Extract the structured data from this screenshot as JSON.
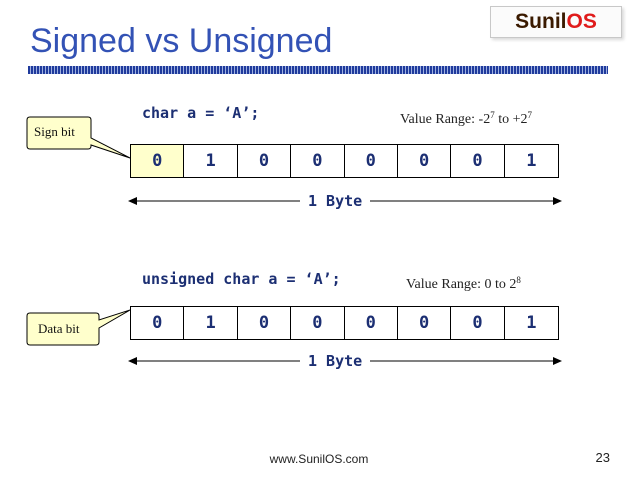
{
  "logo": {
    "part1": "Sunil",
    "part2": "OS",
    "color_dark": "#3a1a00",
    "color_accent": "#e01b1b"
  },
  "title": "Signed vs Unsigned",
  "signed": {
    "code": "char a = ‘A’;",
    "range_prefix": "Value Range: -2",
    "range_exp1": "7",
    "range_mid": " to +2",
    "range_exp2": "7",
    "callout": "Sign bit",
    "bits": [
      "0",
      "1",
      "0",
      "0",
      "0",
      "0",
      "0",
      "1"
    ],
    "byte_label": "1 Byte"
  },
  "unsigned": {
    "code": "unsigned char a = ‘A’;",
    "range_prefix": "Value Range: 0  to 2",
    "range_exp": "8",
    "callout": "Data bit",
    "bits": [
      "0",
      "1",
      "0",
      "0",
      "0",
      "0",
      "0",
      "1"
    ],
    "byte_label": "1 Byte"
  },
  "colors": {
    "title": "#3352b5",
    "code": "#1c2f73",
    "callout_fill": "#ffffcc",
    "sign_bit_fill": "#ffffcc"
  },
  "footer": "www.SunilOS.com",
  "page_number": "23"
}
